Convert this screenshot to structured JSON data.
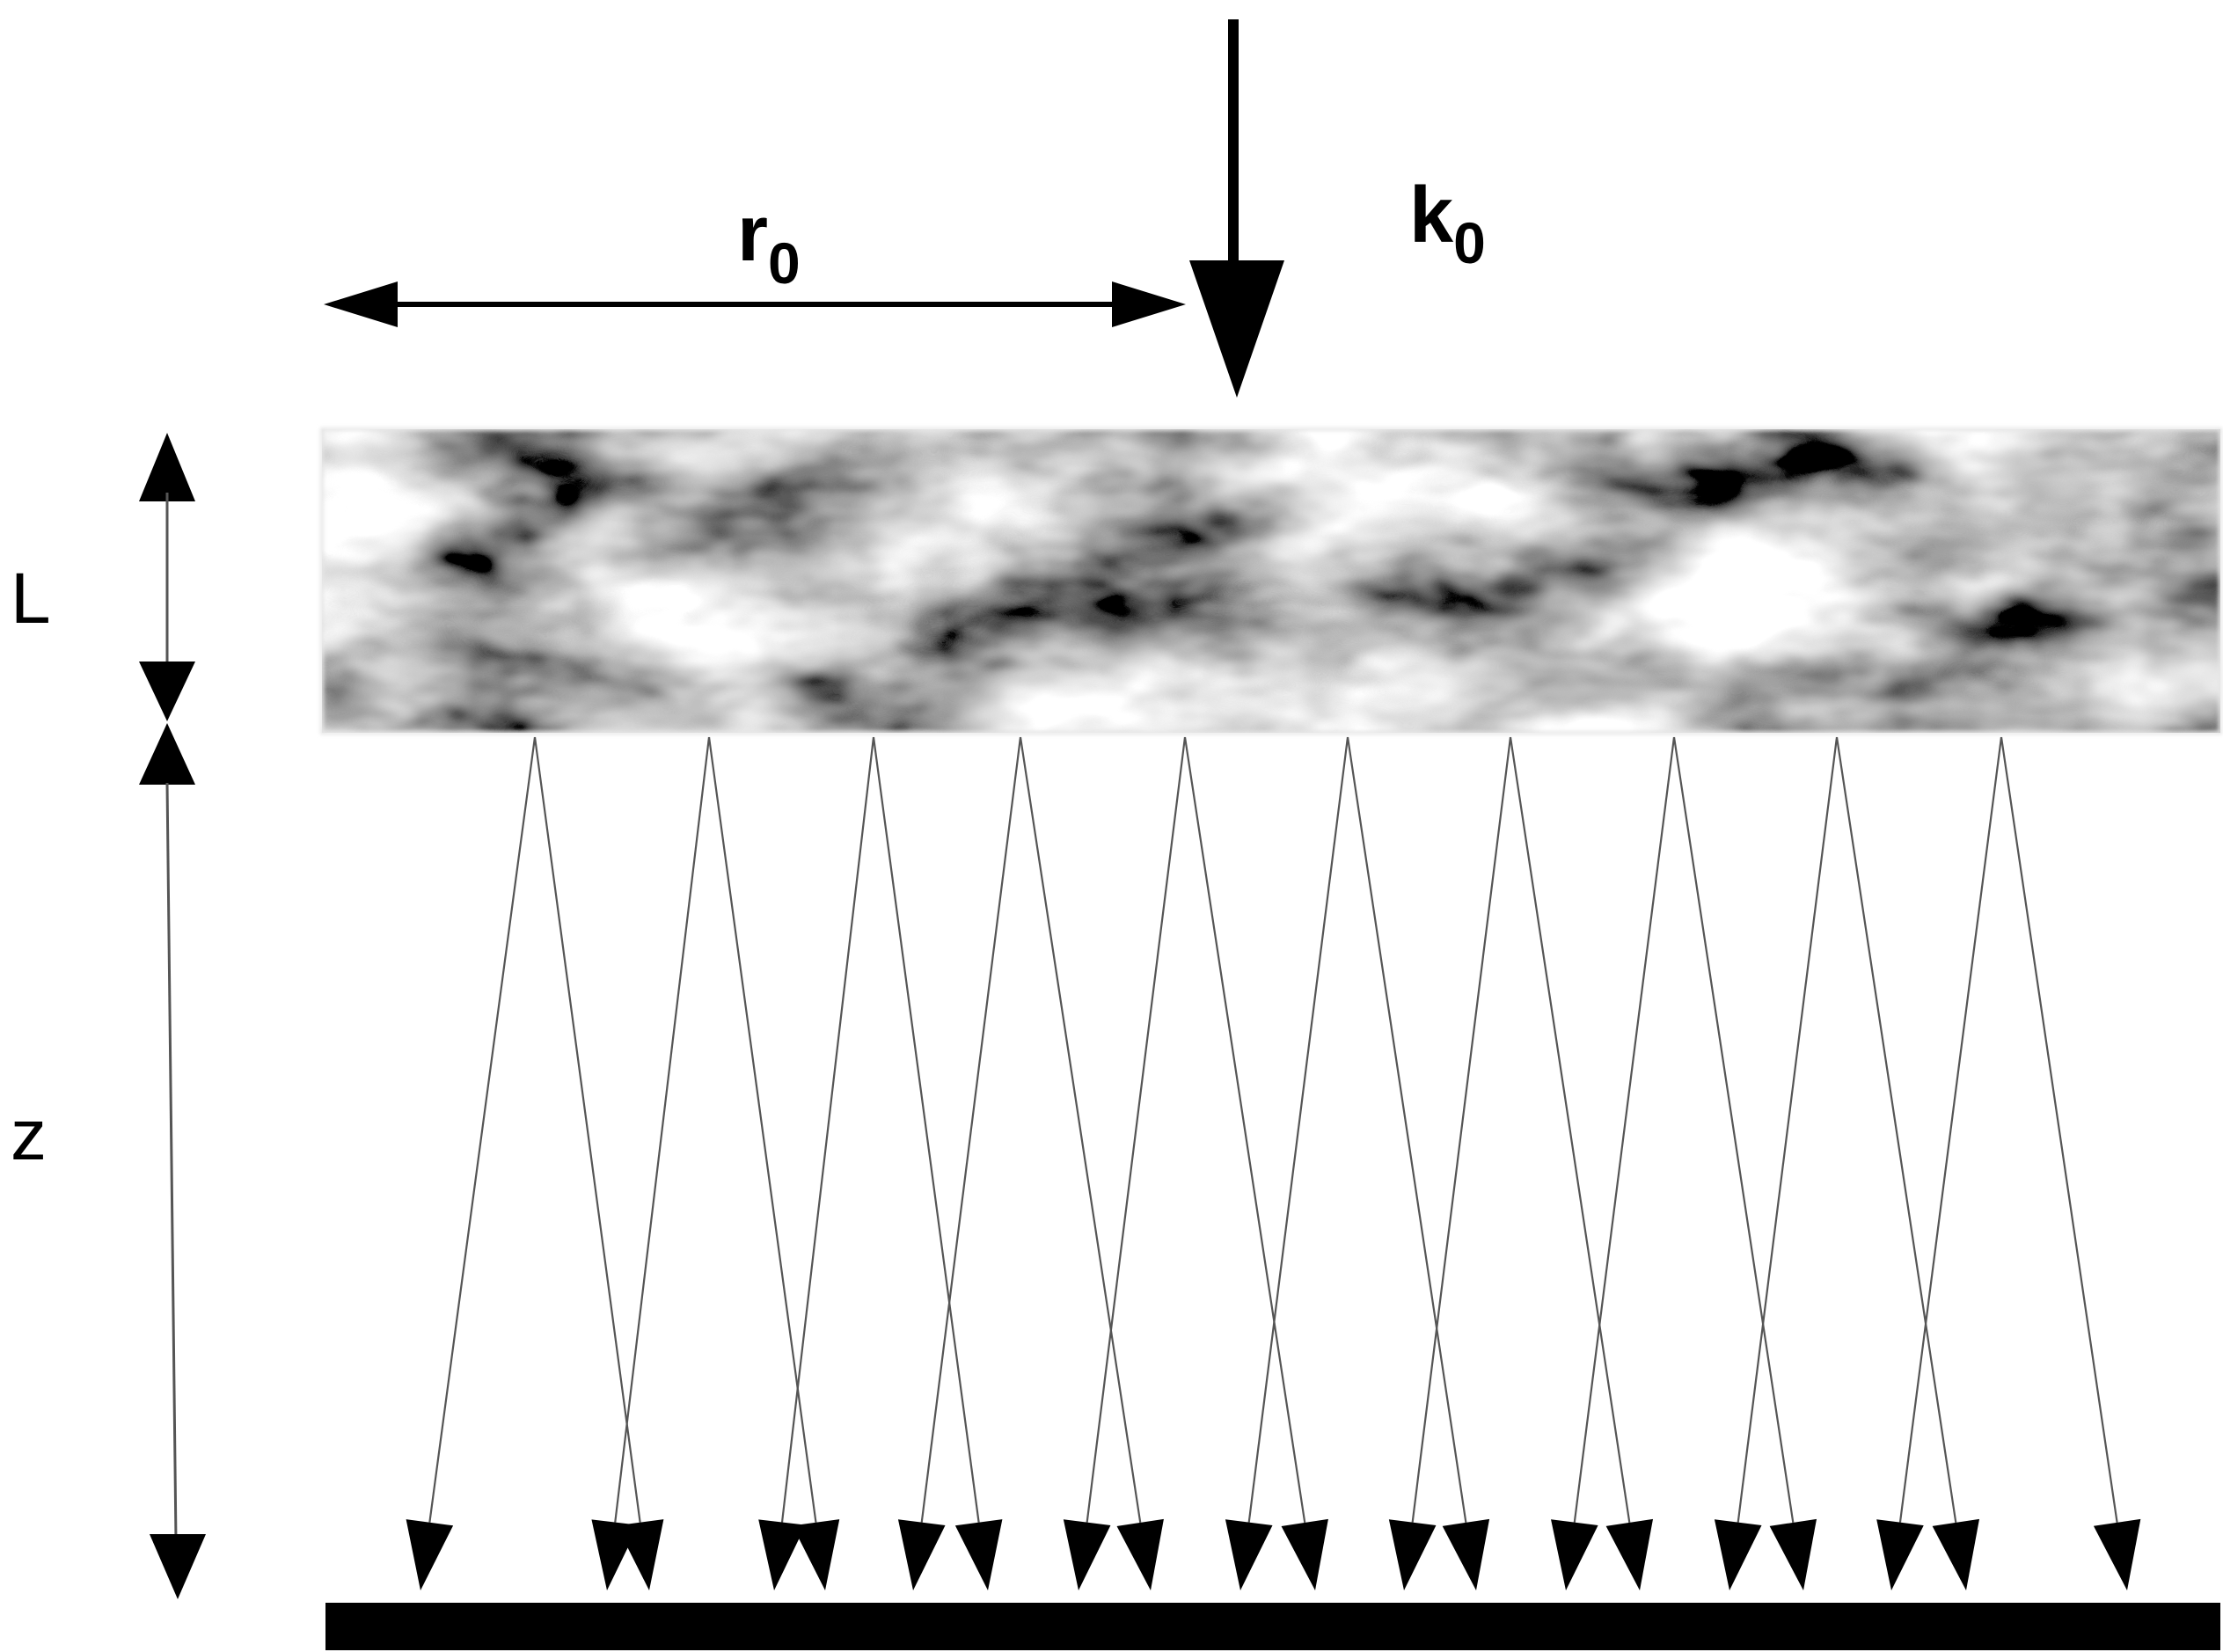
{
  "labels": {
    "k": "k",
    "k_sub": "0",
    "r": "r",
    "r_sub": "0",
    "L": "L",
    "z": "z"
  },
  "colors": {
    "ink": "#000000",
    "thin_line": "#555555",
    "slab_light": "#f2f2f2",
    "slab_dark": "#0a0a0a"
  },
  "rays": {
    "count": 20
  }
}
